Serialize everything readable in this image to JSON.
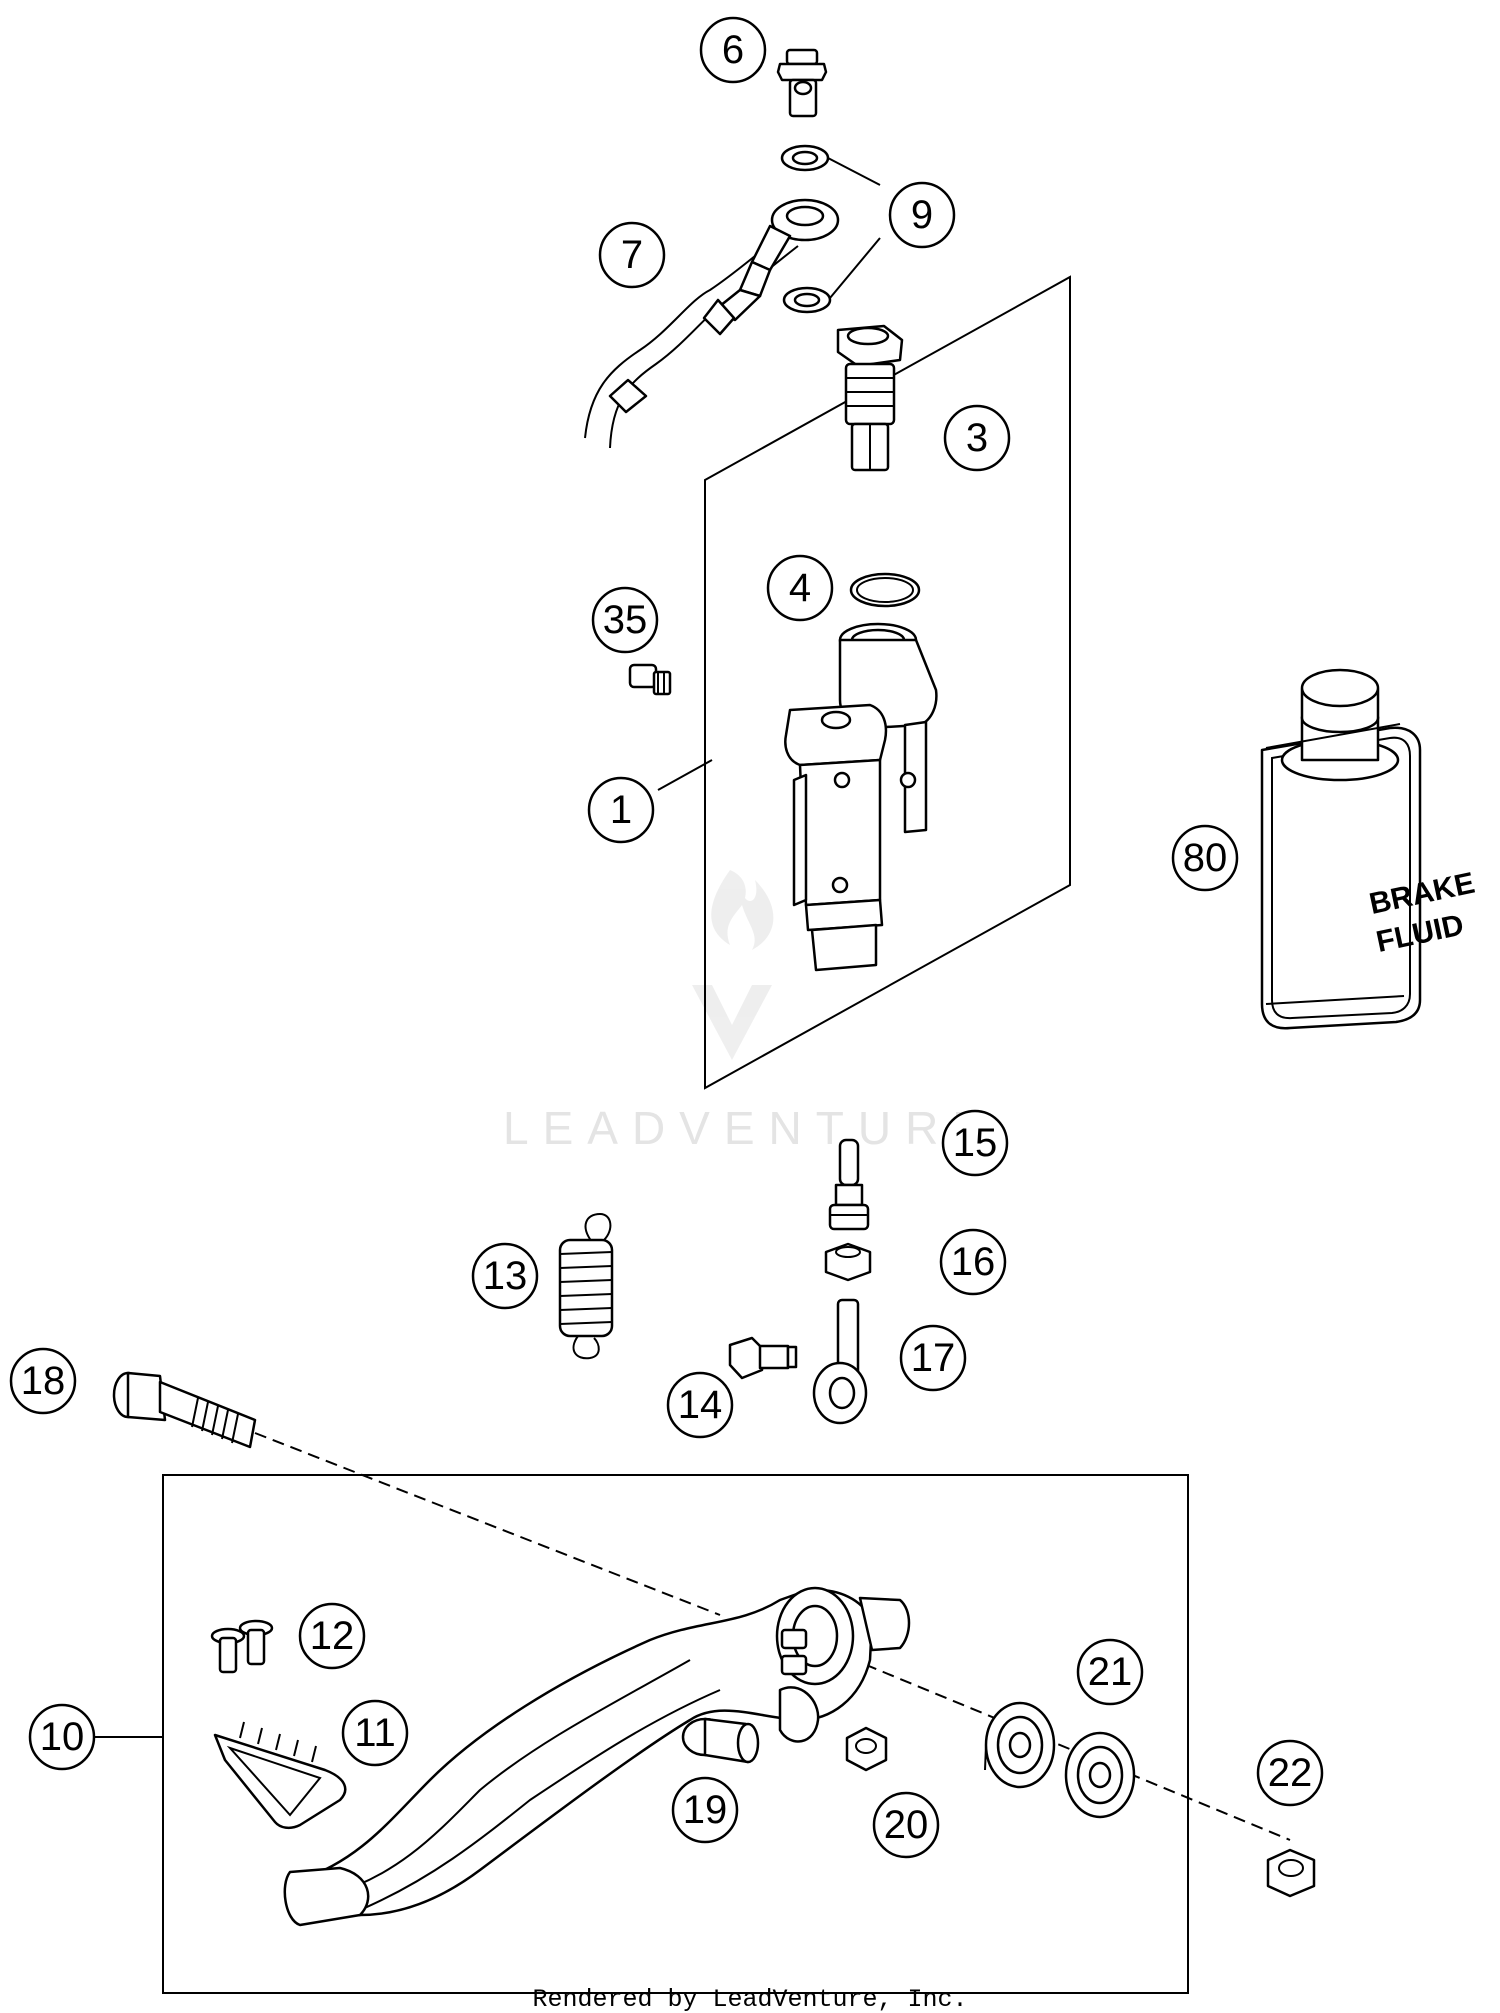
{
  "callouts": [
    {
      "id": "part-1",
      "label": "1"
    },
    {
      "id": "part-3",
      "label": "3"
    },
    {
      "id": "part-4",
      "label": "4"
    },
    {
      "id": "part-6",
      "label": "6"
    },
    {
      "id": "part-7",
      "label": "7"
    },
    {
      "id": "part-9",
      "label": "9"
    },
    {
      "id": "part-10",
      "label": "10"
    },
    {
      "id": "part-11",
      "label": "11"
    },
    {
      "id": "part-12",
      "label": "12"
    },
    {
      "id": "part-13",
      "label": "13"
    },
    {
      "id": "part-14",
      "label": "14"
    },
    {
      "id": "part-15",
      "label": "15"
    },
    {
      "id": "part-16",
      "label": "16"
    },
    {
      "id": "part-17",
      "label": "17"
    },
    {
      "id": "part-18",
      "label": "18"
    },
    {
      "id": "part-19",
      "label": "19"
    },
    {
      "id": "part-20",
      "label": "20"
    },
    {
      "id": "part-21",
      "label": "21"
    },
    {
      "id": "part-22",
      "label": "22"
    },
    {
      "id": "part-35",
      "label": "35"
    },
    {
      "id": "part-80",
      "label": "80"
    }
  ],
  "brake_fluid_label": {
    "line1": "BRAKE",
    "line2": "FLUID"
  },
  "watermark": "LEADVENTURE",
  "footer": "Rendered by LeadVenture, Inc."
}
